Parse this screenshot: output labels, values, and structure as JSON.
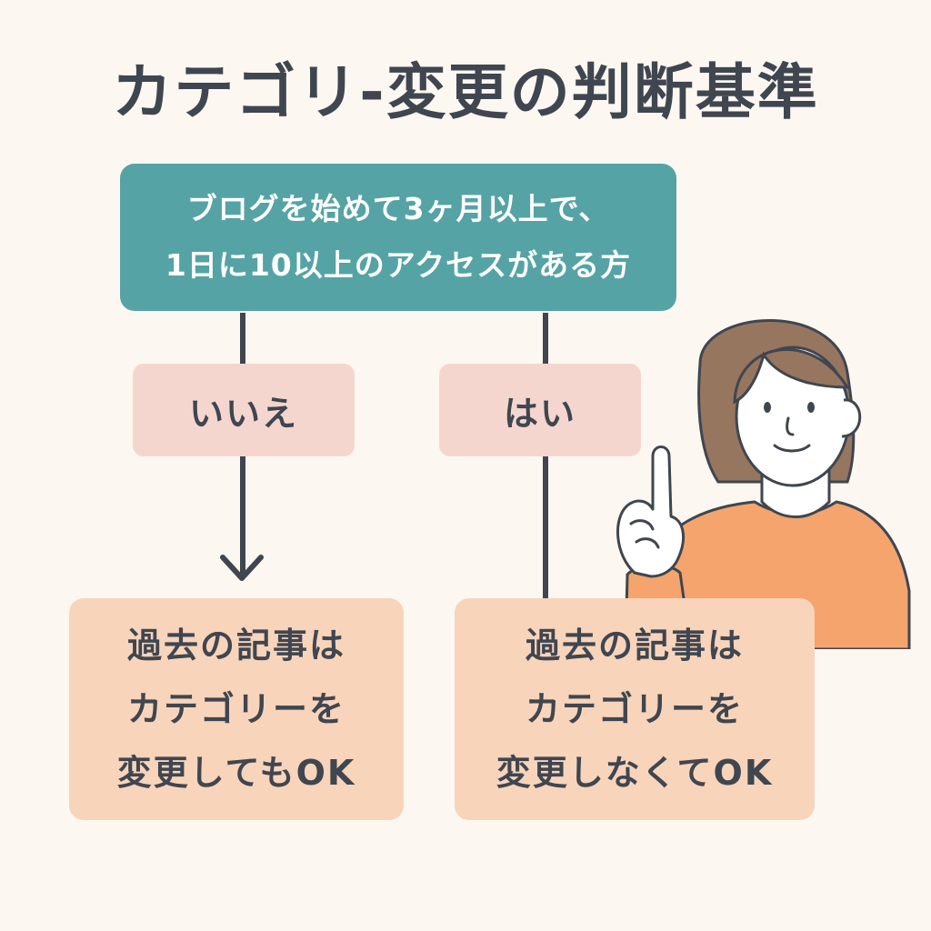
{
  "title": "カテゴリ-変更の判断基準",
  "question": {
    "line1": "ブログを始めて3ヶ月以上で、",
    "line2": "1日に10以上のアクセスがある方"
  },
  "answers": {
    "no": "いいえ",
    "yes": "はい"
  },
  "results": {
    "no": {
      "line1": "過去の記事は",
      "line2": "カテゴリーを",
      "line3": "変更してもOK"
    },
    "yes": {
      "line1": "過去の記事は",
      "line2": "カテゴリーを",
      "line3": "変更しなくてOK"
    }
  },
  "colors": {
    "background": "#fdf7f1",
    "question_box": "#55a3a5",
    "answer_box": "#f5d6cf",
    "result_box": "#f8d4bb",
    "text": "#3f4650",
    "sweater": "#f4a46c",
    "hair": "#96765f"
  }
}
